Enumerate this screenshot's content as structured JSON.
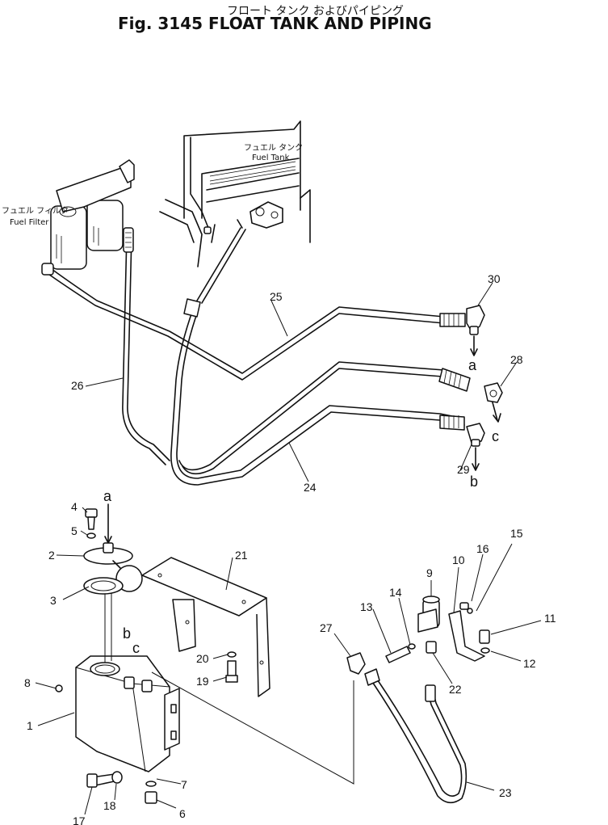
{
  "title": {
    "japanese": "フロート タンク およびパイピング",
    "english": "Fig. 3145 FLOAT TANK AND PIPING"
  },
  "context_labels": {
    "fuel_tank_jp": "フュエル タンク",
    "fuel_tank_en": "Fuel Tank",
    "fuel_filter_jp": "フュエル フィルタ",
    "fuel_filter_en": "Fuel Filter"
  },
  "callouts": {
    "p1": "1",
    "p2": "2",
    "p3": "3",
    "p4": "4",
    "p5": "5",
    "p6": "6",
    "p7": "7",
    "p8": "8",
    "p9": "9",
    "p10": "10",
    "p11": "11",
    "p12": "12",
    "p13": "13",
    "p14": "14",
    "p15": "15",
    "p16": "16",
    "p17": "17",
    "p18": "18",
    "p19": "19",
    "p20": "20",
    "p21": "21",
    "p22": "22",
    "p23": "23",
    "p24": "24",
    "p25": "25",
    "p26": "26",
    "p27": "27",
    "p28": "28",
    "p29": "29",
    "p30": "30"
  },
  "connection_letters": {
    "a": "a",
    "b": "b",
    "c": "c"
  }
}
